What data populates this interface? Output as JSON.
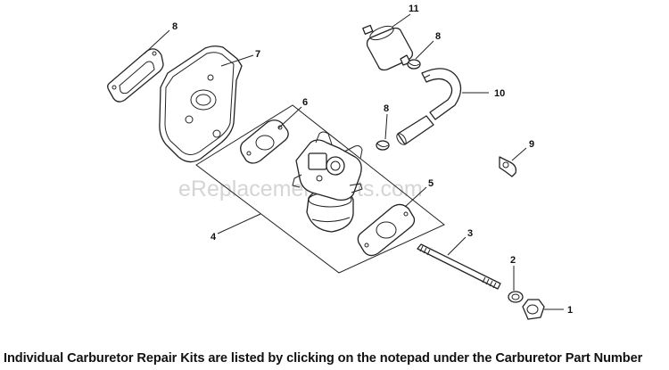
{
  "diagram": {
    "watermark": "eReplacementParts.com",
    "callouts": {
      "gasket_8": "8",
      "air_cleaner_base_7": "7",
      "gasket_6": "6",
      "carburetor_kit_4": "4",
      "gasket_5": "5",
      "stud_3": "3",
      "washer_2": "2",
      "nut_1": "1",
      "fuel_filter_11": "11",
      "clamp_8_upper": "8",
      "fuel_line_10": "10",
      "clamp_8_lower": "8",
      "clip_9": "9"
    }
  },
  "footer": {
    "note": "Individual Carburetor Repair Kits are listed by clicking on the notepad under the Carburetor Part Number"
  }
}
